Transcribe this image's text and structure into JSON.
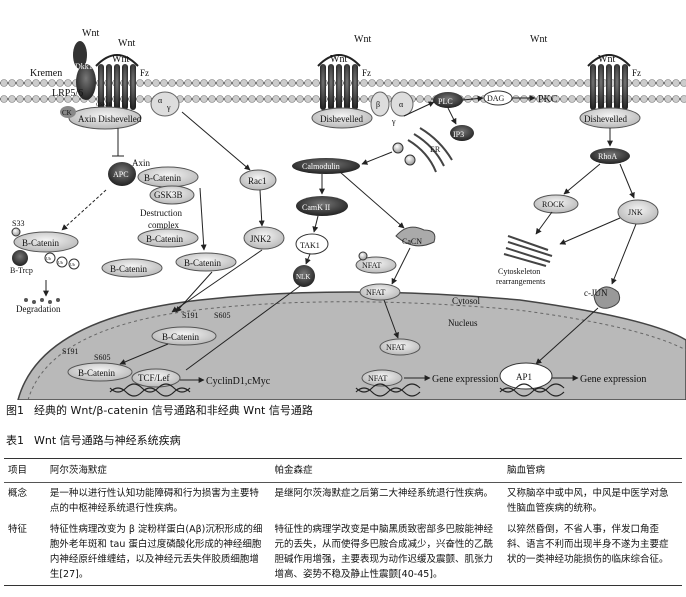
{
  "figure": {
    "labels": {
      "wnt": "Wnt",
      "kremen": "Kremen",
      "dkk1": "Dkk1",
      "lrp56": "LRP5/6",
      "ck": "CK",
      "gsk3b_small": "GSK3B",
      "axin_dishevelled": "Axin Dishevelled",
      "fz": "Fz",
      "beta": "β",
      "alpha": "α",
      "gamma": "γ",
      "dishevelled": "Dishevelled",
      "plc": "PLC",
      "dag": "DAG",
      "pkc": "PKC",
      "ip3": "IP3",
      "er": "ER",
      "calmodulin": "Calmodulin",
      "camk2": "CamK II",
      "tak1": "TAK1",
      "nlk": "NLK",
      "cacn": "CaCN",
      "nfat": "NFAT",
      "rhoa": "RhoA",
      "rock": "ROCK",
      "jnk": "JNK",
      "cyto_line1": "Cytoskeleton",
      "cyto_line2": "rearrangements",
      "cjun": "c-JUN",
      "axin": "Axin",
      "apc": "APC",
      "b_catenin": "B-Catenin",
      "gsk3b": "GSK3B",
      "destruction_line1": "Destruction",
      "destruction_line2": "complex",
      "rac1": "Rac1",
      "jnk2": "JNK2",
      "s33": "S33",
      "b_trcp": "B-Trcp",
      "ub": "Ub",
      "degradation": "Degradation",
      "s191": "S191",
      "s605": "S605",
      "cytosol": "Cytosol",
      "nucleus": "Nucleus",
      "tcf_lef": "TCF/Lef",
      "cyclin": "CyclinD1,cMyc",
      "gene_expression": "Gene expression",
      "ap1": "AP1"
    }
  },
  "caption": {
    "number": "图1",
    "text": "经典的 Wnt/β-catenin 信号通路和非经典 Wnt 信号通路"
  },
  "table": {
    "number": "表1",
    "title": "Wnt 信号通路与神经系统疾病",
    "headers": [
      "项目",
      "阿尔茨海默症",
      "帕金森症",
      "脑血管病"
    ],
    "rows": [
      {
        "label": "概念",
        "cells": [
          "是一种以进行性认知功能障碍和行为损害为主要特点的中枢神经系统退行性疾病。",
          "是继阿尔茨海默症之后第二大神经系统退行性疾病。",
          "又称脑卒中或中风，中风是中医学对急性脑血管疾病的统称。"
        ]
      },
      {
        "label": "特征",
        "cells": [
          "特征性病理改变为 β 淀粉样蛋白(Aβ)沉积形成的细胞外老年斑和 tau 蛋白过度磷酸化形成的神经细胞内神经原纤维缠结，以及神经元丢失伴胶质细胞增生[27]。",
          "特征性的病理学改变是中脑黑质致密部多巴胺能神经元的丢失，从而使得多巴胺合成减少，兴奋性的乙酰胆碱作用增强，主要表现为动作迟缓及震颤、肌张力增高、姿势不稳及静止性震颤[40-45]。",
          "以猝然昏倒，不省人事，伴发口角歪斜、语言不利而出现半身不遂为主要症状的一类神经功能损伤的临床综合征。"
        ]
      }
    ]
  }
}
